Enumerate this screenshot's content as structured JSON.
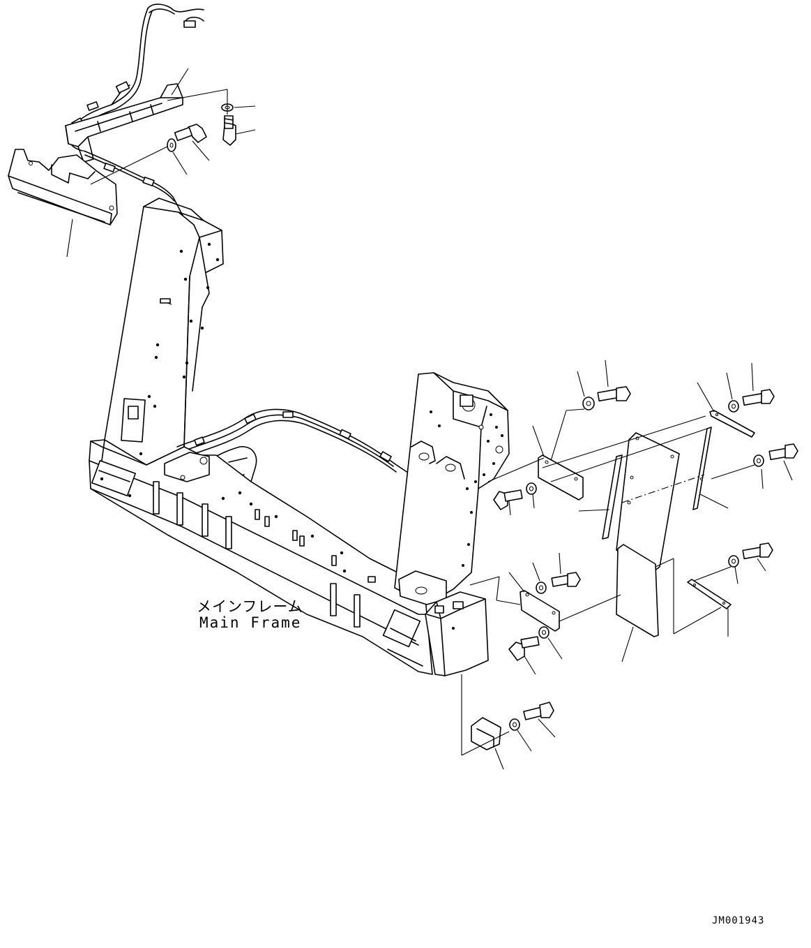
{
  "diagram": {
    "label_japanese": "メインフレーム",
    "label_english": "Main Frame",
    "drawing_id": "JM001943"
  }
}
